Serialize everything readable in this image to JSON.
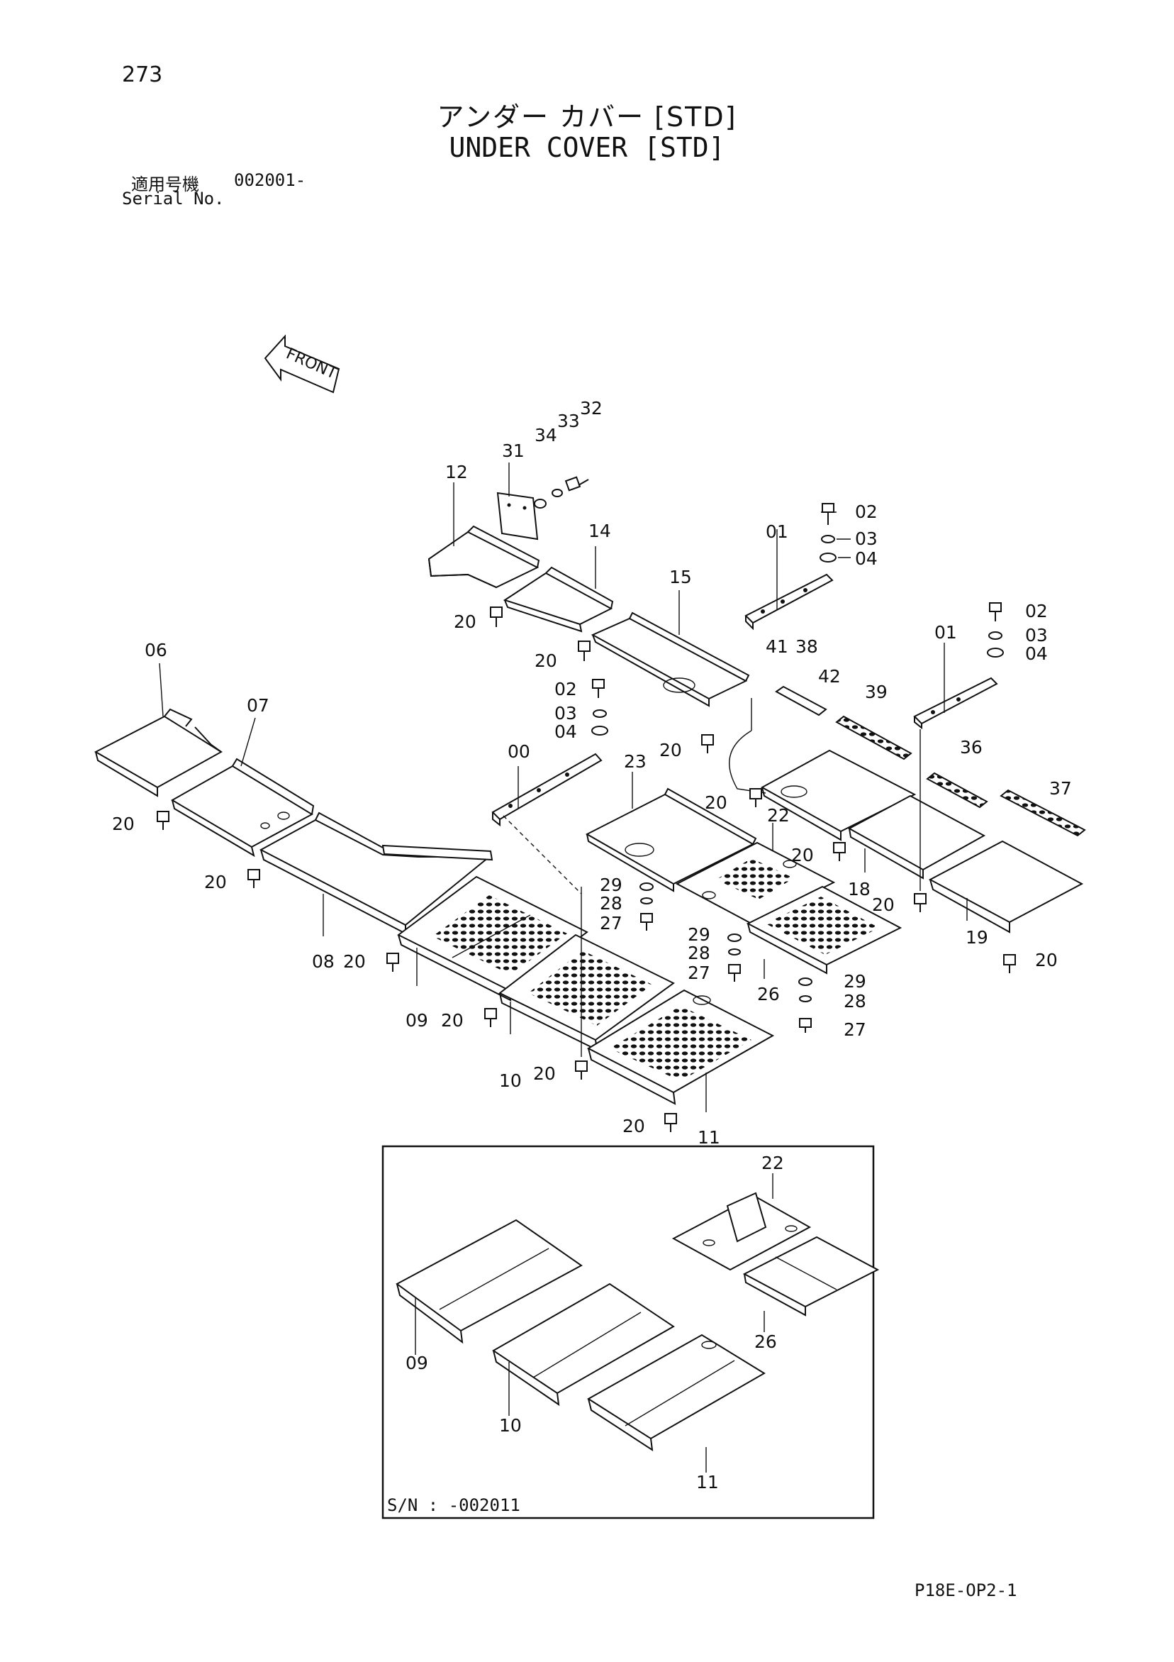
{
  "page_number": "273",
  "title_jp": "アンダー カバー [STD]",
  "title_en": "UNDER COVER [STD]",
  "serial_label_jp": "適用号機",
  "serial_value": "002001-",
  "serial_label_en": "Serial No.",
  "front_label": "FRONT",
  "inset_label": "S/N : -002011",
  "drawing_code": "P18E-OP2-1",
  "callouts": {
    "c00": "00",
    "c01a": "01",
    "c01b": "01",
    "c02a": "02",
    "c02b": "02",
    "c02c": "02",
    "c03a": "03",
    "c03b": "03",
    "c03c": "03",
    "c04a": "04",
    "c04b": "04",
    "c04c": "04",
    "c06": "06",
    "c07": "07",
    "c08": "08",
    "c09": "09",
    "c10": "10",
    "c11": "11",
    "c12": "12",
    "c14": "14",
    "c15": "15",
    "c18": "18",
    "c19": "19",
    "c20a": "20",
    "c20b": "20",
    "c20c": "20",
    "c20d": "20",
    "c20e": "20",
    "c20f": "20",
    "c20g": "20",
    "c20h": "20",
    "c20i": "20",
    "c20j": "20",
    "c20k": "20",
    "c20l": "20",
    "c20m": "20",
    "c22": "22",
    "c23": "23",
    "c26": "26",
    "c27a": "27",
    "c27b": "27",
    "c27c": "27",
    "c28a": "28",
    "c28b": "28",
    "c28c": "28",
    "c29a": "29",
    "c29b": "29",
    "c29c": "29",
    "c31": "31",
    "c32": "32",
    "c33": "33",
    "c34": "34",
    "c36": "36",
    "c37": "37",
    "c38": "38",
    "c39": "39",
    "c41": "41",
    "c42": "42",
    "i09": "09",
    "i10": "10",
    "i11": "11",
    "i22": "22",
    "i26": "26"
  }
}
